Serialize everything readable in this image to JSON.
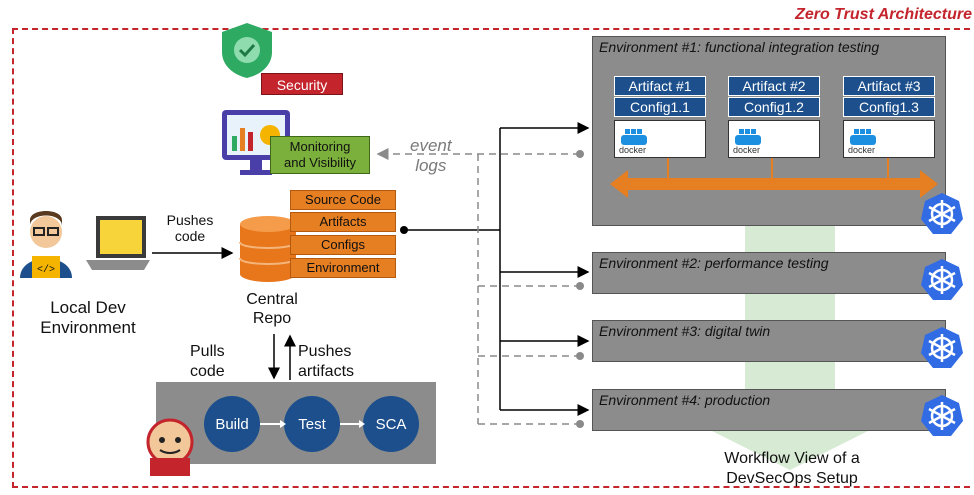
{
  "title": "Zero Trust Architecture",
  "security": {
    "label": "Security"
  },
  "monitoring": {
    "label_line1": "Monitoring",
    "label_line2": "and Visibility"
  },
  "event_logs": {
    "line1": "event",
    "line2": "logs"
  },
  "local_dev": {
    "line1": "Local Dev",
    "line2": "Environment"
  },
  "pushes_code": {
    "line1": "Pushes",
    "line2": "code"
  },
  "repo": {
    "line1": "Central",
    "line2": "Repo",
    "items": [
      "Source Code",
      "Artifacts",
      "Configs",
      "Environment"
    ]
  },
  "pulls_code": {
    "line1": "Pulls",
    "line2": "code"
  },
  "pushes_artifacts": {
    "line1": "Pushes",
    "line2": "artifacts"
  },
  "pipeline": {
    "steps": [
      "Build",
      "Test",
      "SCA"
    ]
  },
  "environments": [
    {
      "title": "Environment #1: functional integration testing"
    },
    {
      "title": "Environment #2: performance testing"
    },
    {
      "title": "Environment #3: digital twin"
    },
    {
      "title": "Environment #4: production"
    }
  ],
  "artifacts": [
    {
      "artifact": "Artifact #1",
      "config": "Config1.1",
      "docker": "docker"
    },
    {
      "artifact": "Artifact #2",
      "config": "Config1.2",
      "docker": "docker"
    },
    {
      "artifact": "Artifact #3",
      "config": "Config1.3",
      "docker": "docker"
    }
  ],
  "workflow": {
    "line1": "Workflow View of a",
    "line2": "DevSecOps Setup"
  },
  "colors": {
    "accent_red": "#c4242c",
    "navy": "#1c4f8c",
    "orange": "#e67e22",
    "green": "#d7ead3"
  }
}
